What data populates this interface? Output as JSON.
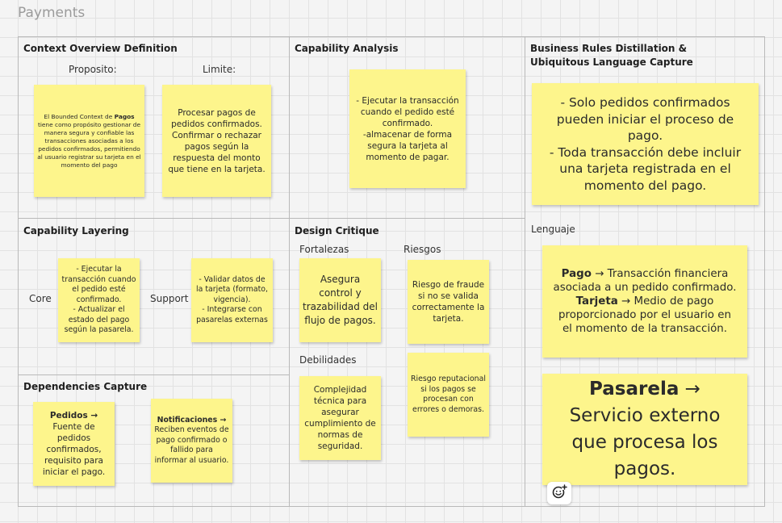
{
  "board": {
    "title": "Payments"
  },
  "sections": {
    "context": {
      "title": "Context Overview Definition",
      "purpose_label": "Proposito:",
      "limit_label": "Limite:"
    },
    "capability_analysis": {
      "title": "Capability Analysis"
    },
    "business_rules": {
      "title": "Business Rules Distillation & Ubiquitous Language Capture",
      "language_label": "Lenguaje"
    },
    "capability_layering": {
      "title": "Capability Layering",
      "core_label": "Core",
      "support_label": "Support"
    },
    "design_critique": {
      "title": "Design Critique",
      "strengths_label": "Fortalezas",
      "risks_label": "Riesgos",
      "weaknesses_label": "Debilidades"
    },
    "dependencies": {
      "title": "Dependencies Capture"
    }
  },
  "notes": {
    "purpose": {
      "pre": "El Bounded Context de ",
      "bold": "Pagos",
      "post": "\ntiene como propósito gestionar de manera segura y confiable las transacciones asociadas a los pedidos confirmados, permitiendo al usuario registrar su tarjeta en el momento del pago"
    },
    "limit": "Procesar pagos de pedidos confirmados. Confirmar o rechazar pagos según la respuesta del monto que tiene en la tarjeta.",
    "capability": "- Ejecutar la transacción cuando el pedido esté confirmado.\n-almacenar de forma segura la tarjeta al momento de pagar.",
    "rules": "- Solo pedidos confirmados pueden iniciar el proceso de pago.\n- Toda transacción debe incluir una tarjeta registrada en el momento del pago.",
    "language1": {
      "term1": "Pago",
      "def1": " → Transacción financiera asociada a un pedido confirmado.",
      "term2": "Tarjeta",
      "def2": " → Medio de pago proporcionado por el usuario en el momento de la transacción."
    },
    "language2": {
      "term": "Pasarela",
      "def": " → Servicio externo que procesa los pagos."
    },
    "core": "- Ejecutar la transacción cuando el pedido esté confirmado.\n- Actualizar el estado del pago según la pasarela.",
    "support": "- Validar datos de la tarjeta (formato, vigencia).\n- Integrarse con pasarelas externas",
    "strength": "Asegura control y trazabilidad del flujo de pagos.",
    "risk1": "Riesgo de fraude si no se valida correctamente la tarjeta.",
    "risk2": "Riesgo reputacional si los pagos se procesan con errores o demoras.",
    "weakness": "Complejidad técnica para asegurar cumplimiento de normas de seguridad.",
    "dep_orders": {
      "bold": "Pedidos →",
      "text": "\nFuente de pedidos confirmados, requisito para iniciar el pago."
    },
    "dep_notifications": {
      "bold": "Notificaciones →",
      "text": "\nReciben eventos de pago confirmado o fallido para informar al usuario."
    }
  },
  "icons": {
    "reaction": "add-reaction-icon"
  },
  "colors": {
    "sticky": "#fdf58c",
    "frame_border": "#b9b9b9",
    "grid": "#e2e2e2"
  }
}
